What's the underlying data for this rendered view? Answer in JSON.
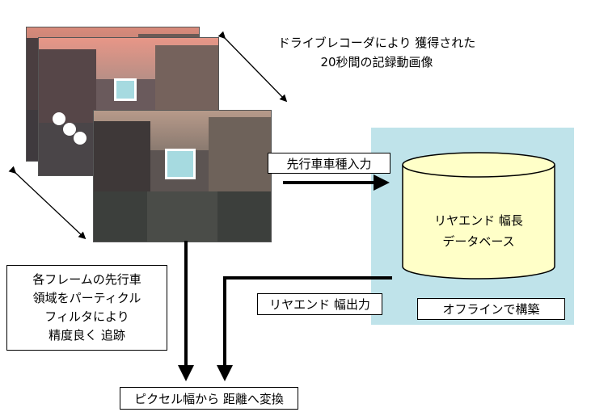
{
  "colors": {
    "offline_region": "#bfe3ea",
    "target_box": "#a6dae0",
    "database_fill": "#ffffc8",
    "arrow": "#000000"
  },
  "video_caption": {
    "line1": "ドライブレコーダにより 獲得された",
    "line2": "20秒間の記録動画像"
  },
  "labels": {
    "vehicle_type_input": "先行車車種入力",
    "database": {
      "line1": "リヤエンド 幅長",
      "line2": "データベース"
    },
    "tracking": "各フレームの先行車\n領域をパーティクル\nフィルタにより\n精度良く 追跡",
    "rear_width_output": "リヤエンド 幅出力",
    "offline_build": "オフラインで構築",
    "pixel_to_distance": "ピクセル幅から 距離へ変換"
  },
  "icons": {
    "database": "cylinder-icon",
    "ellipsis": "ellipsis-dots-icon"
  }
}
